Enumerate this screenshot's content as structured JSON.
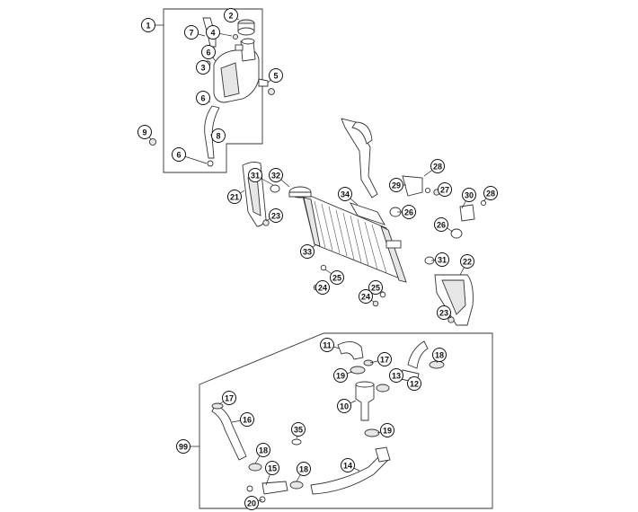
{
  "diagram": {
    "title": "",
    "callouts": [
      {
        "id": "c1",
        "label": "1"
      },
      {
        "id": "c2",
        "label": "2"
      },
      {
        "id": "c7",
        "label": "7"
      },
      {
        "id": "c4",
        "label": "4"
      },
      {
        "id": "c6a",
        "label": "6"
      },
      {
        "id": "c3",
        "label": "3"
      },
      {
        "id": "c5",
        "label": "5"
      },
      {
        "id": "c6b",
        "label": "6"
      },
      {
        "id": "c9",
        "label": "9"
      },
      {
        "id": "c8",
        "label": "8"
      },
      {
        "id": "c6c",
        "label": "6"
      },
      {
        "id": "c31a",
        "label": "31"
      },
      {
        "id": "c32",
        "label": "32"
      },
      {
        "id": "c21",
        "label": "21"
      },
      {
        "id": "c34",
        "label": "34"
      },
      {
        "id": "c23a",
        "label": "23"
      },
      {
        "id": "c33",
        "label": "33"
      },
      {
        "id": "c25a",
        "label": "25"
      },
      {
        "id": "c24a",
        "label": "24"
      },
      {
        "id": "c25b",
        "label": "25"
      },
      {
        "id": "c24b",
        "label": "24"
      },
      {
        "id": "c28a",
        "label": "28"
      },
      {
        "id": "c29",
        "label": "29"
      },
      {
        "id": "c27",
        "label": "27"
      },
      {
        "id": "c26a",
        "label": "26"
      },
      {
        "id": "c30",
        "label": "30"
      },
      {
        "id": "c28b",
        "label": "28"
      },
      {
        "id": "c26b",
        "label": "26"
      },
      {
        "id": "c31b",
        "label": "31"
      },
      {
        "id": "c22",
        "label": "22"
      },
      {
        "id": "c23b",
        "label": "23"
      },
      {
        "id": "c11",
        "label": "11"
      },
      {
        "id": "c17a",
        "label": "17"
      },
      {
        "id": "c18a",
        "label": "18"
      },
      {
        "id": "c19a",
        "label": "19"
      },
      {
        "id": "c13",
        "label": "13"
      },
      {
        "id": "c12",
        "label": "12"
      },
      {
        "id": "c10",
        "label": "10"
      },
      {
        "id": "c19b",
        "label": "19"
      },
      {
        "id": "c17b",
        "label": "17"
      },
      {
        "id": "c16",
        "label": "16"
      },
      {
        "id": "c35",
        "label": "35"
      },
      {
        "id": "c99",
        "label": "99"
      },
      {
        "id": "c18b",
        "label": "18"
      },
      {
        "id": "c15",
        "label": "15"
      },
      {
        "id": "c18c",
        "label": "18"
      },
      {
        "id": "c14",
        "label": "14"
      },
      {
        "id": "c20",
        "label": "20"
      }
    ]
  }
}
